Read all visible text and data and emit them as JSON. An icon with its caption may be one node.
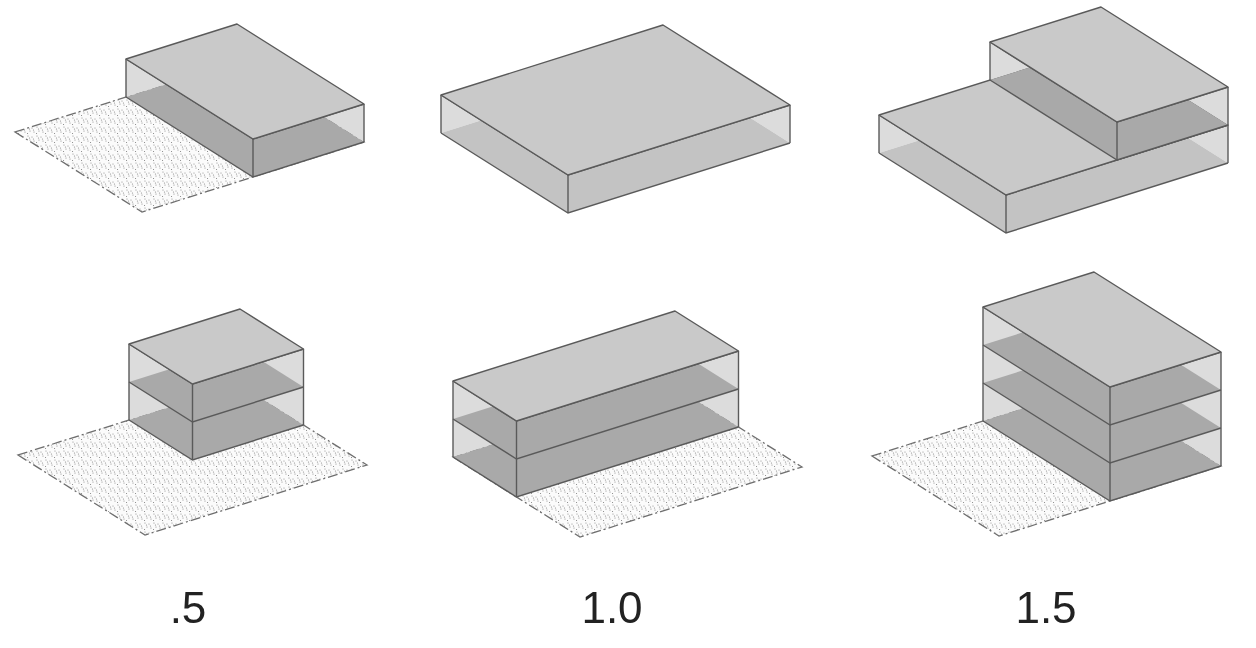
{
  "diagram": {
    "labels": [
      ".5",
      "1.0",
      "1.5"
    ]
  }
}
